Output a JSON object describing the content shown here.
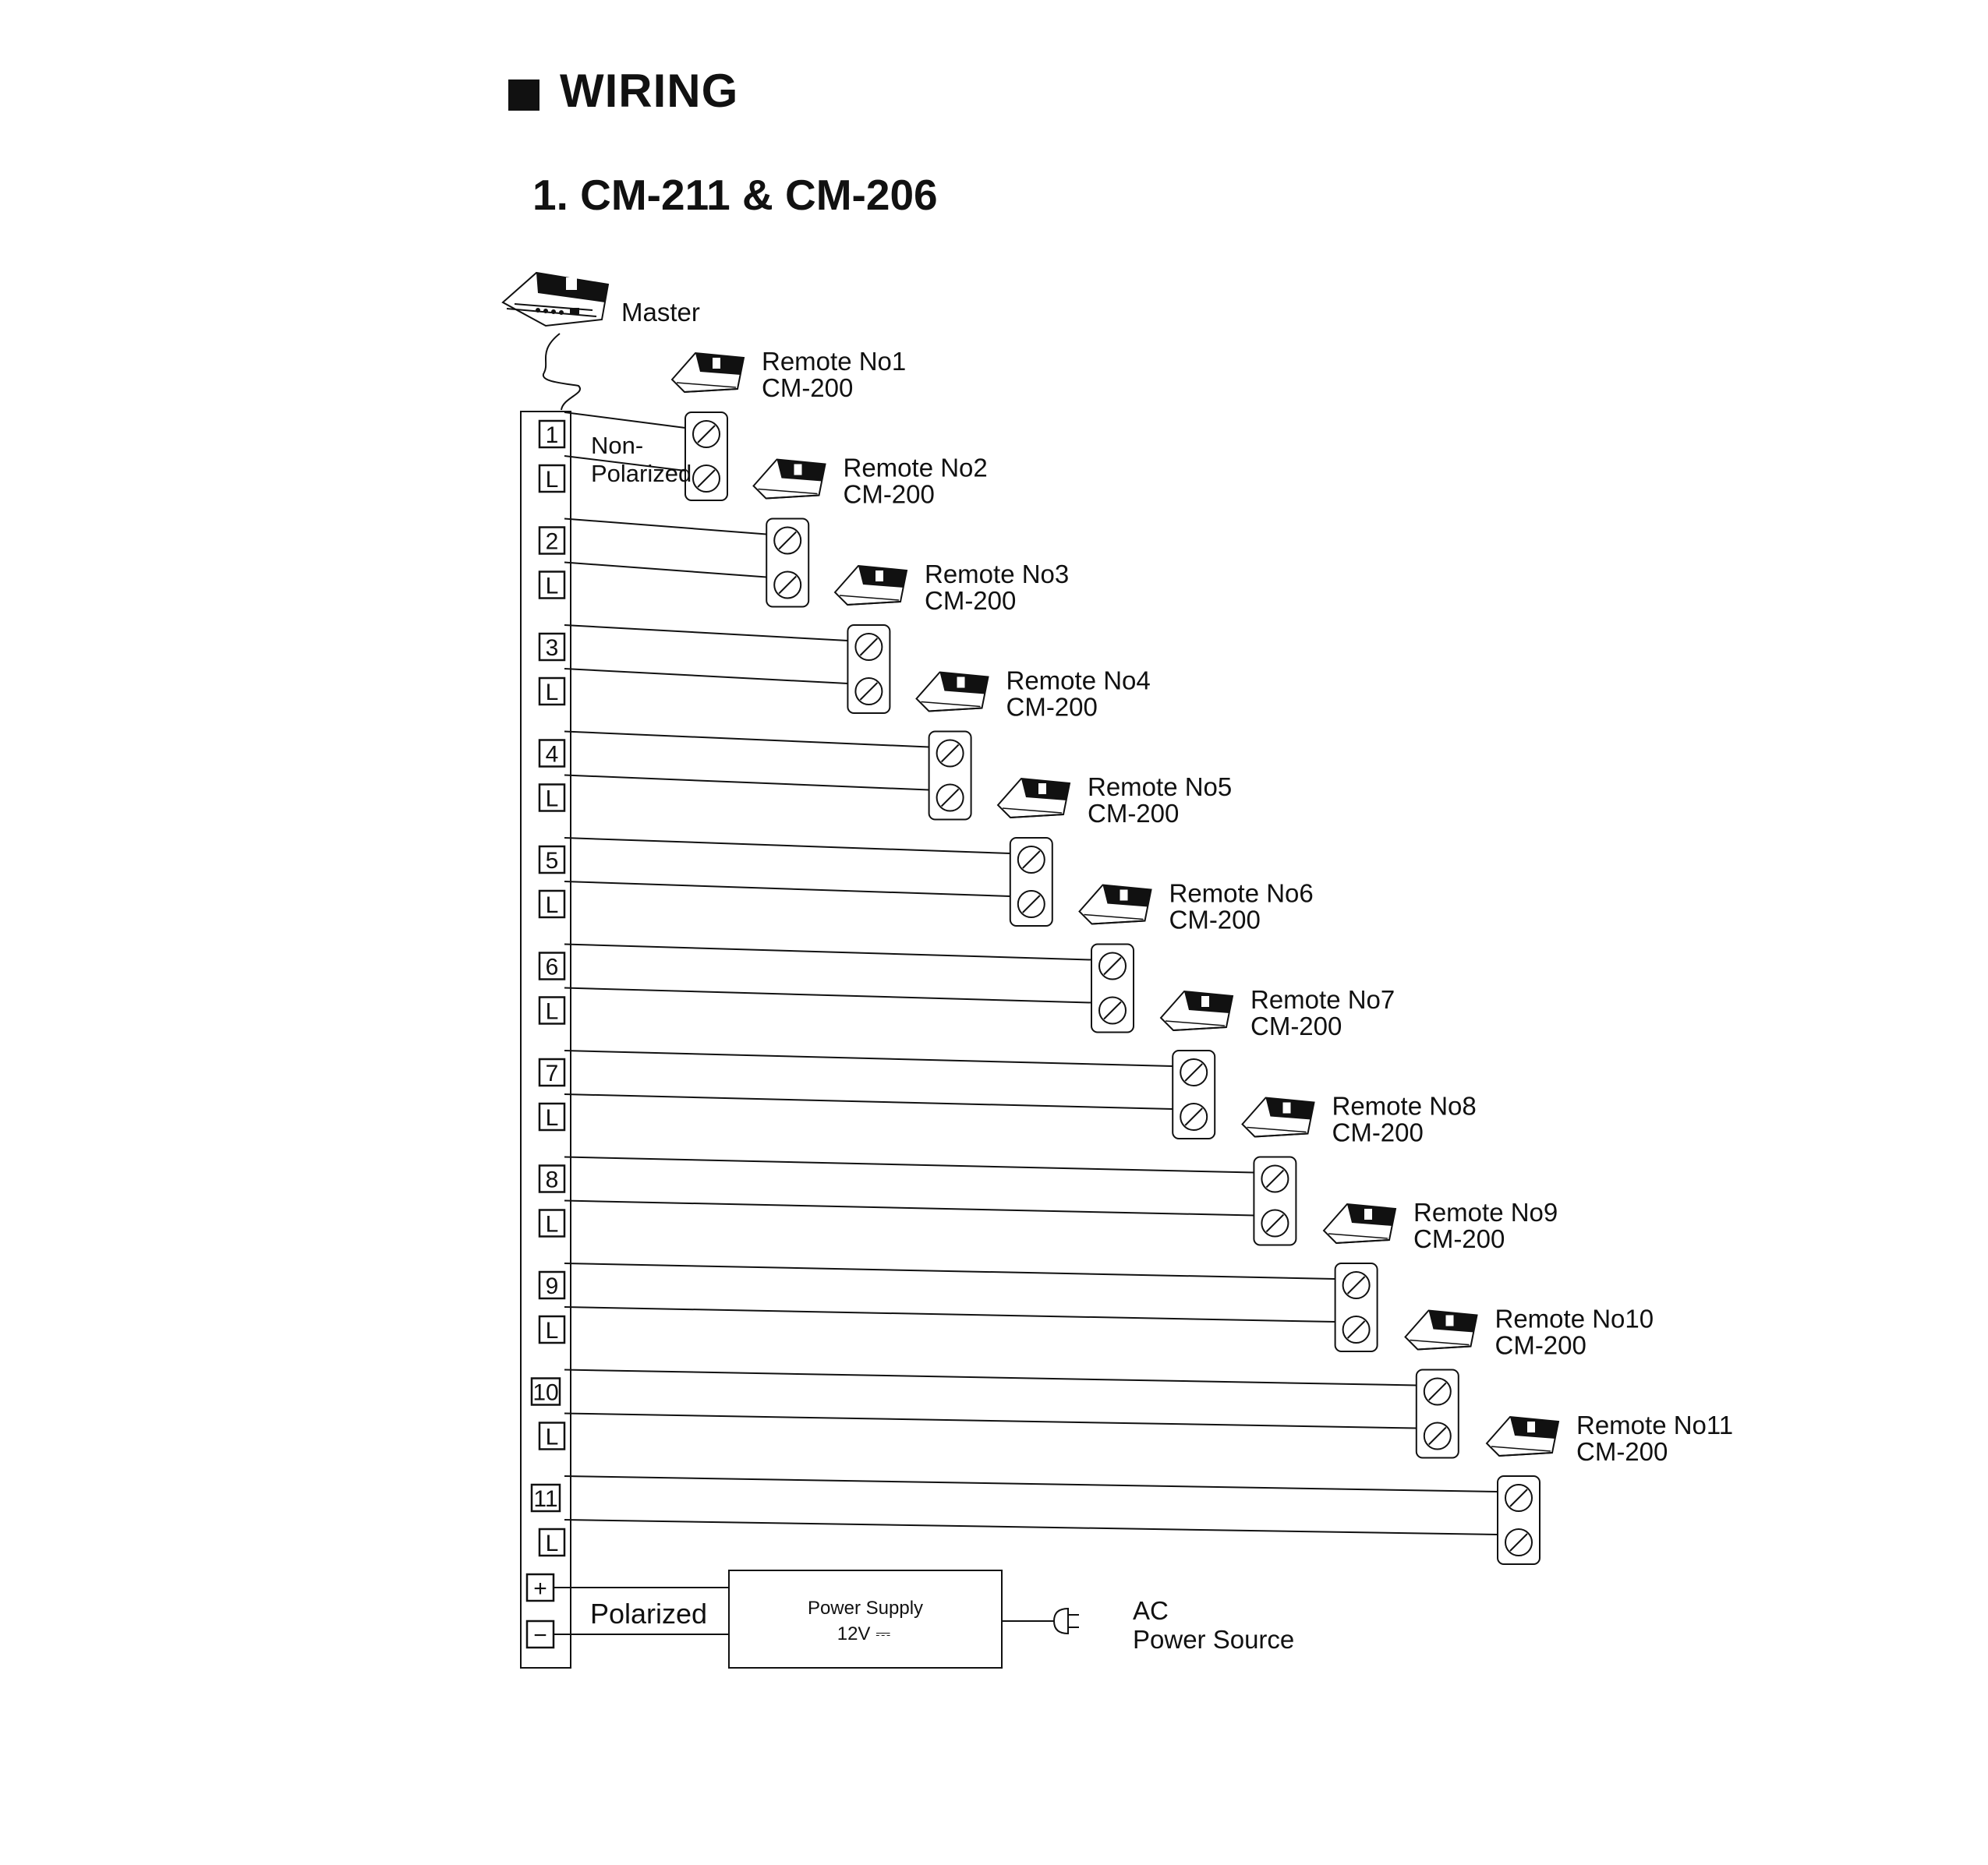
{
  "title": "WIRING",
  "subtitle": "1. CM-211 & CM-206",
  "master": {
    "label": "Master"
  },
  "polarity_top": {
    "line1": "Non-",
    "line2": "Polarized"
  },
  "terminals": {
    "common": "L",
    "plus": "+",
    "minus": "−",
    "numbers": [
      "1",
      "2",
      "3",
      "4",
      "5",
      "6",
      "7",
      "8",
      "9",
      "10",
      "11"
    ]
  },
  "remotes": [
    {
      "name": "Remote No1",
      "model": "CM-200"
    },
    {
      "name": "Remote No2",
      "model": "CM-200"
    },
    {
      "name": "Remote No3",
      "model": "CM-200"
    },
    {
      "name": "Remote No4",
      "model": "CM-200"
    },
    {
      "name": "Remote No5",
      "model": "CM-200"
    },
    {
      "name": "Remote No6",
      "model": "CM-200"
    },
    {
      "name": "Remote No7",
      "model": "CM-200"
    },
    {
      "name": "Remote No8",
      "model": "CM-200"
    },
    {
      "name": "Remote No9",
      "model": "CM-200"
    },
    {
      "name": "Remote No10",
      "model": "CM-200"
    },
    {
      "name": "Remote No11",
      "model": "CM-200"
    }
  ],
  "power": {
    "polarity_label": "Polarized",
    "supply_line1": "Power  Supply",
    "supply_line2": "12V ⎓",
    "ac_line1": "AC",
    "ac_line2": "Power Source"
  },
  "colors": {
    "ink": "#111111",
    "paper": "#ffffff"
  }
}
